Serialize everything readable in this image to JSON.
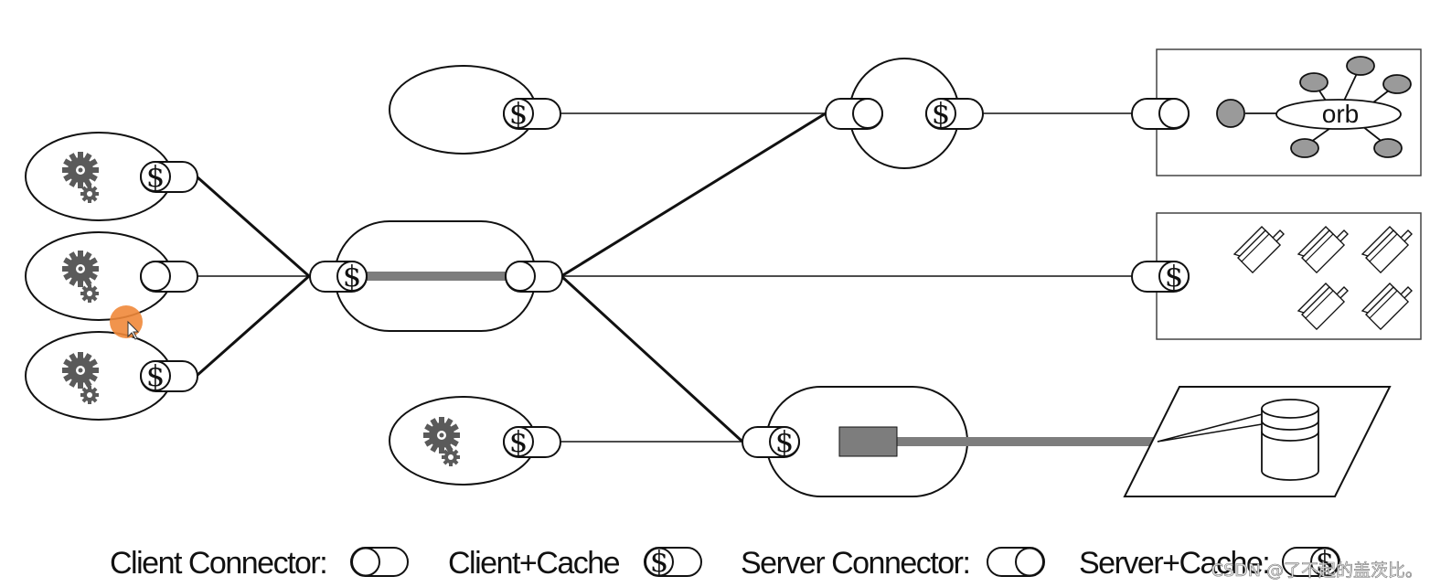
{
  "legend": {
    "client_connector": "Client Connector:",
    "client_cache": "Client+Cache",
    "server_connector": "Server Connector:",
    "server_cache": "Server+Cache:"
  },
  "labels": {
    "dollar": "$",
    "orb": "orb"
  },
  "watermark": "CSDN @了不起的盖茨比。",
  "colors": {
    "stroke": "#111111",
    "gray_fill": "#9a9a9a",
    "thick_gray": "#7d7d7d",
    "cursor": "#f0883a"
  }
}
